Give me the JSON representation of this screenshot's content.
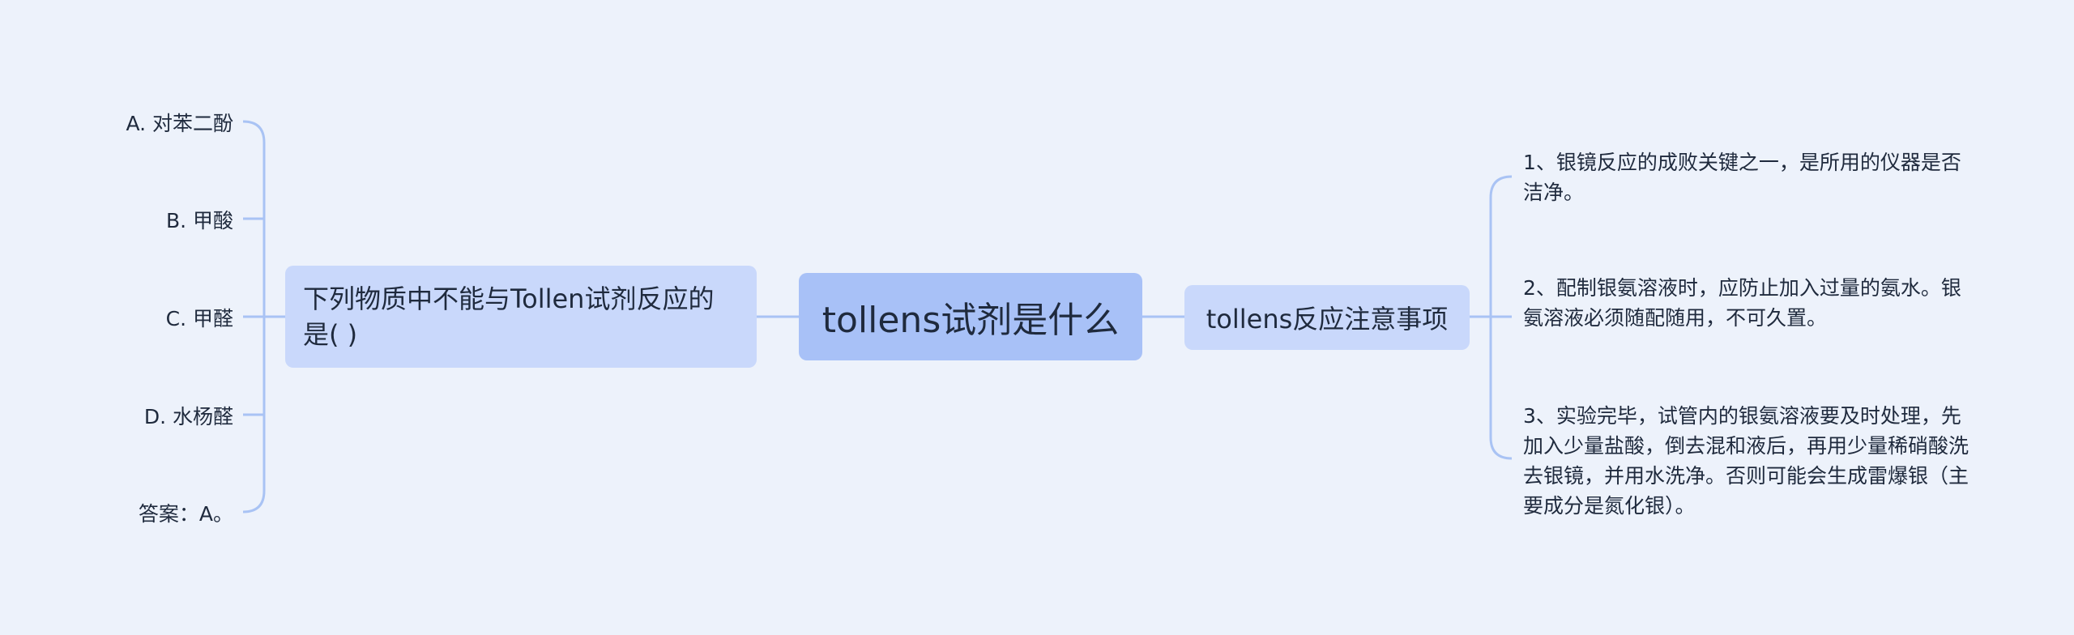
{
  "mindmap": {
    "root": "tollens试剂是什么",
    "left_branch": {
      "label": "下列物质中不能与Tollen试剂反应的是( )",
      "children": [
        "A.  对苯二酚",
        "B.  甲酸",
        "C.  甲醛",
        "D.  水杨醛",
        "答案：A。"
      ]
    },
    "right_branch": {
      "label": "tollens反应注意事项",
      "children": [
        "1、银镜反应的成败关键之一，是所用的仪器是否洁净。",
        "2、配制银氨溶液时，应防止加入过量的氨水。银氨溶液必须随配随用，不可久置。",
        "3、实验完毕，试管内的银氨溶液要及时处理，先加入少量盐酸，倒去混和液后，再用少量稀硝酸洗去银镜，并用水洗净。否则可能会生成雷爆银（主要成分是氮化银）。"
      ]
    }
  },
  "colors": {
    "background": "#edf2fb",
    "root_fill": "#a8c1f7",
    "branch_fill": "#c9d8fb",
    "connector": "#a9c3f4"
  }
}
